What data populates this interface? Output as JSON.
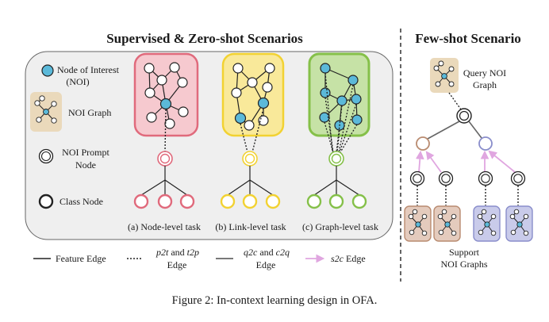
{
  "titles": {
    "supervised": "Supervised & Zero-shot Scenarios",
    "fewshot": "Few-shot Scenario"
  },
  "legend": {
    "noi_line1": "Node of Interest",
    "noi_line2": "(NOI)",
    "noi_graph": "NOI Graph",
    "prompt_line1": "NOI Prompt",
    "prompt_line2": "Node",
    "class_node": "Class Node"
  },
  "tasks": {
    "node": "(a) Node-level task",
    "link": "(b) Link-level task",
    "graph": "(c) Graph-level task"
  },
  "fewshot": {
    "query_line1": "Query NOI",
    "query_line2": "Graph",
    "support_line1": "Support",
    "support_line2": "NOI Graphs"
  },
  "edges": {
    "feature": "Feature Edge",
    "p2t_a": "p2t",
    "p2t_and": "and",
    "p2t_b": "t2p",
    "p2t_edge": "Edge",
    "q2c_a": "q2c",
    "q2c_and": "and",
    "q2c_b": "c2q",
    "q2c_edge": "Edge",
    "s2c": "s2c",
    "s2c_edge": "Edge"
  },
  "caption": "Figure 2: In-context learning design in OFA.",
  "colors": {
    "noi_fill": "#5bb9d9",
    "panel_fill": "#efefef",
    "node_task": "#e06a7c",
    "node_task_fill": "#f6c9cf",
    "link_task": "#f2d232",
    "link_task_fill": "#f9e99a",
    "graph_task": "#85c049",
    "graph_task_fill": "#c6e2a6",
    "query_fill": "#ead9bb",
    "support_brown": "#b98b70",
    "support_brown_fill": "#e4cbbd",
    "support_blue": "#8a8ecb",
    "support_blue_fill": "#c9cbea",
    "s2c": "#e0a6e0"
  }
}
